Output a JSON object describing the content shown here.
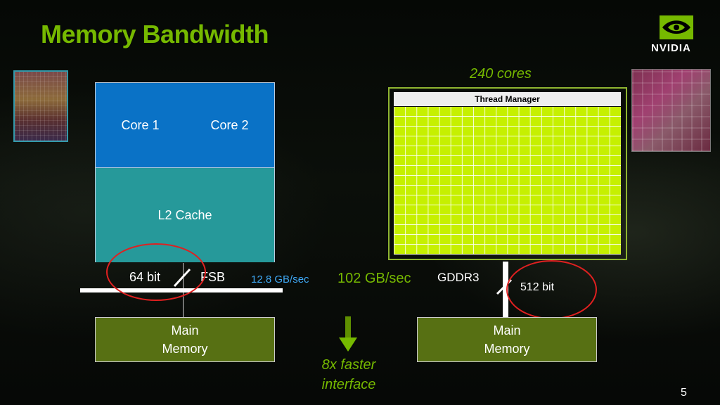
{
  "slide": {
    "title": "Memory Bandwidth",
    "page_number": "5",
    "logo_text": "NVIDIA"
  },
  "cpu": {
    "core1": "Core 1",
    "core2": "Core 2",
    "cache": "L2 Cache",
    "bus_width": "64 bit",
    "bus_name": "FSB",
    "bandwidth": "12.8 GB/sec",
    "memory_line1": "Main",
    "memory_line2": "Memory"
  },
  "gpu": {
    "cores_label": "240 cores",
    "thread_manager": "Thread Manager",
    "bandwidth": "102 GB/sec",
    "bus_name": "GDDR3",
    "bus_width": "512 bit",
    "memory_line1": "Main",
    "memory_line2": "Memory"
  },
  "comparison": {
    "line1": "8x faster",
    "line2": "interface"
  },
  "colors": {
    "accent_green": "#76b900",
    "core_blue": "#0a72c6",
    "cache_teal": "#26999a",
    "memory_olive": "#577013",
    "highlight_red": "#e02020",
    "bandwidth_blue": "#3fa9f5"
  }
}
